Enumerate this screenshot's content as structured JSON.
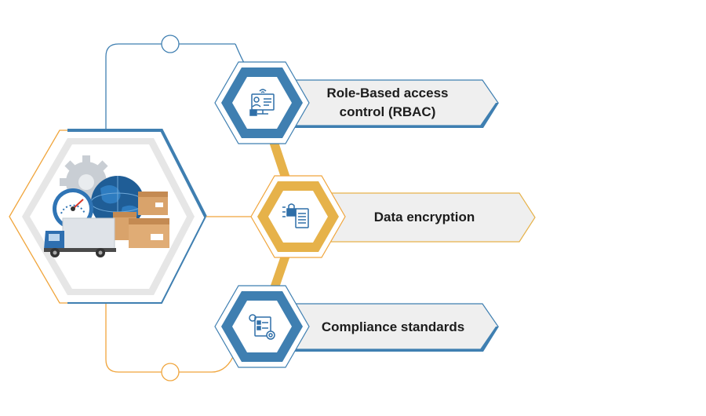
{
  "items": [
    {
      "label": "Role-Based access control (RBAC)",
      "icon": "rbac-user-monitor-icon",
      "accent": "#3f7fb1"
    },
    {
      "label": "Data encryption",
      "icon": "encryption-lock-document-icon",
      "accent": "#e6b24a"
    },
    {
      "label": "Compliance standards",
      "icon": "compliance-gear-checklist-icon",
      "accent": "#3f7fb1"
    }
  ],
  "center": {
    "image": "logistics-truck-globe-boxes-gauge-image"
  },
  "colors": {
    "blue": "#3f7fb1",
    "gold": "#e6b24a",
    "orange_line": "#f0a53c",
    "arrow_fill": "#efefef",
    "hex_gray": "#e6e6e6"
  }
}
